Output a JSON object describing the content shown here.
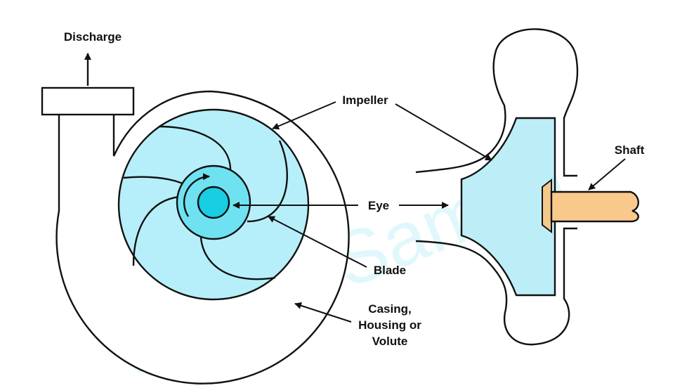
{
  "watermark": "MarineSamraj",
  "labels": {
    "discharge": "Discharge",
    "impeller": "Impeller",
    "eye": "Eye",
    "blade": "Blade",
    "casing_line1": "Casing,",
    "casing_line2": "Housing or",
    "casing_line3": "Volute",
    "shaft": "Shaft"
  },
  "colors": {
    "impeller_fill": "#b6eff9",
    "eye_outer_fill": "#6fe2f2",
    "eye_inner_fill": "#19cde2",
    "side_impeller_fill": "#bdeef7",
    "shaft_fill": "#f9c98c",
    "collar_fill": "#f3c888",
    "stroke": "#111111"
  }
}
